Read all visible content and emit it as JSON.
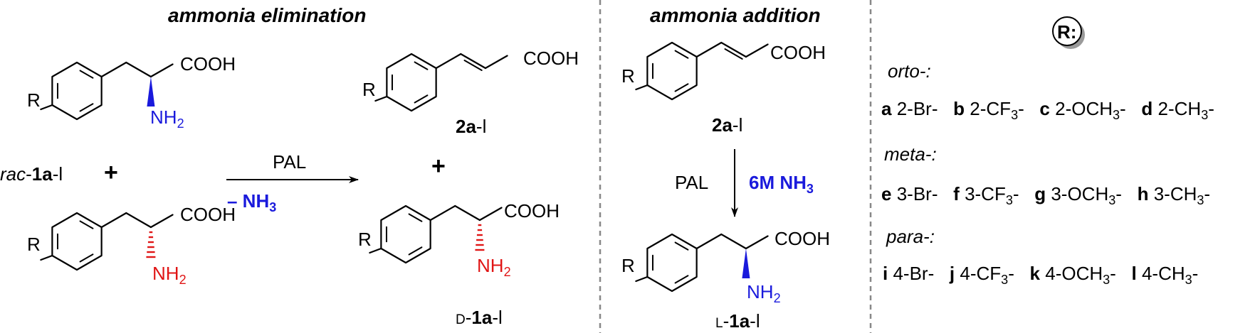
{
  "headings": {
    "elimination": "ammonia elimination",
    "addition": "ammonia addition"
  },
  "atoms": {
    "R": "R",
    "COOH": "COOH",
    "NH": "NH",
    "sub2": "2",
    "sub3": "3"
  },
  "reaction1": {
    "prefix": "rac",
    "dash": "-",
    "compound_num": "1a",
    "compound_suffix": "-l",
    "plus": "+",
    "enzyme": "PAL",
    "cond_minus": "– NH",
    "product_num": "2a",
    "product_suffix": "-l",
    "d_prefix": "D",
    "d_num": "1a",
    "d_suffix": "-l"
  },
  "reaction2": {
    "enzyme": "PAL",
    "reagent": "6M NH",
    "start_num": "2a",
    "start_suffix": "-l",
    "l_prefix": "L",
    "l_num": "1a",
    "l_suffix": "-l"
  },
  "legend": {
    "badge": "R:",
    "groups": [
      {
        "title": "orto-:",
        "items": [
          {
            "letter": "a",
            "text": "2-Br-"
          },
          {
            "letter": "b",
            "text": "2-CF",
            "sub": "3",
            "tail": "-"
          },
          {
            "letter": "c",
            "text": "2-OCH",
            "sub": "3",
            "tail": "-"
          },
          {
            "letter": "d",
            "text": "2-CH",
            "sub": "3",
            "tail": "-"
          }
        ]
      },
      {
        "title": "meta-:",
        "items": [
          {
            "letter": "e",
            "text": "3-Br-"
          },
          {
            "letter": "f",
            "text": "3-CF",
            "sub": "3",
            "tail": "-"
          },
          {
            "letter": "g",
            "text": "3-OCH",
            "sub": "3",
            "tail": "-"
          },
          {
            "letter": "h",
            "text": "3-CH",
            "sub": "3",
            "tail": "-"
          }
        ]
      },
      {
        "title": "para-:",
        "items": [
          {
            "letter": "i",
            "text": "4-Br-"
          },
          {
            "letter": "j",
            "text": "4-CF",
            "sub": "3",
            "tail": "-"
          },
          {
            "letter": "k",
            "text": "4-OCH",
            "sub": "3",
            "tail": "-"
          },
          {
            "letter": "l",
            "text": "4-CH",
            "sub": "3",
            "tail": "-"
          }
        ]
      }
    ]
  },
  "colors": {
    "amine_l": "#1a1adc",
    "amine_d": "#e01515",
    "ink": "#000000",
    "divider": "#888888",
    "badge_shadow": "#9a9a9a"
  }
}
